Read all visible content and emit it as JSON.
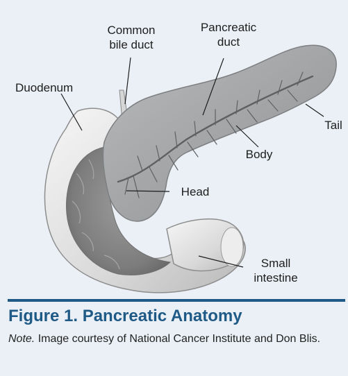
{
  "figure": {
    "labels": {
      "common_bile_duct": "Common\nbile duct",
      "pancreatic_duct": "Pancreatic\nduct",
      "duodenum": "Duodenum",
      "tail": "Tail",
      "body": "Body",
      "head": "Head",
      "small_intestine": "Small\nintestine"
    },
    "caption": {
      "title": "Figure 1. Pancreatic Anatomy",
      "note_label": "Note.",
      "note_text": " Image courtesy of National Cancer Institute and Don Blis."
    },
    "colors": {
      "panel_background": "#eaf0f6",
      "accent": "#1f5a87",
      "pancreas": "#a9abad",
      "intestine": "#d8d8d8"
    }
  }
}
